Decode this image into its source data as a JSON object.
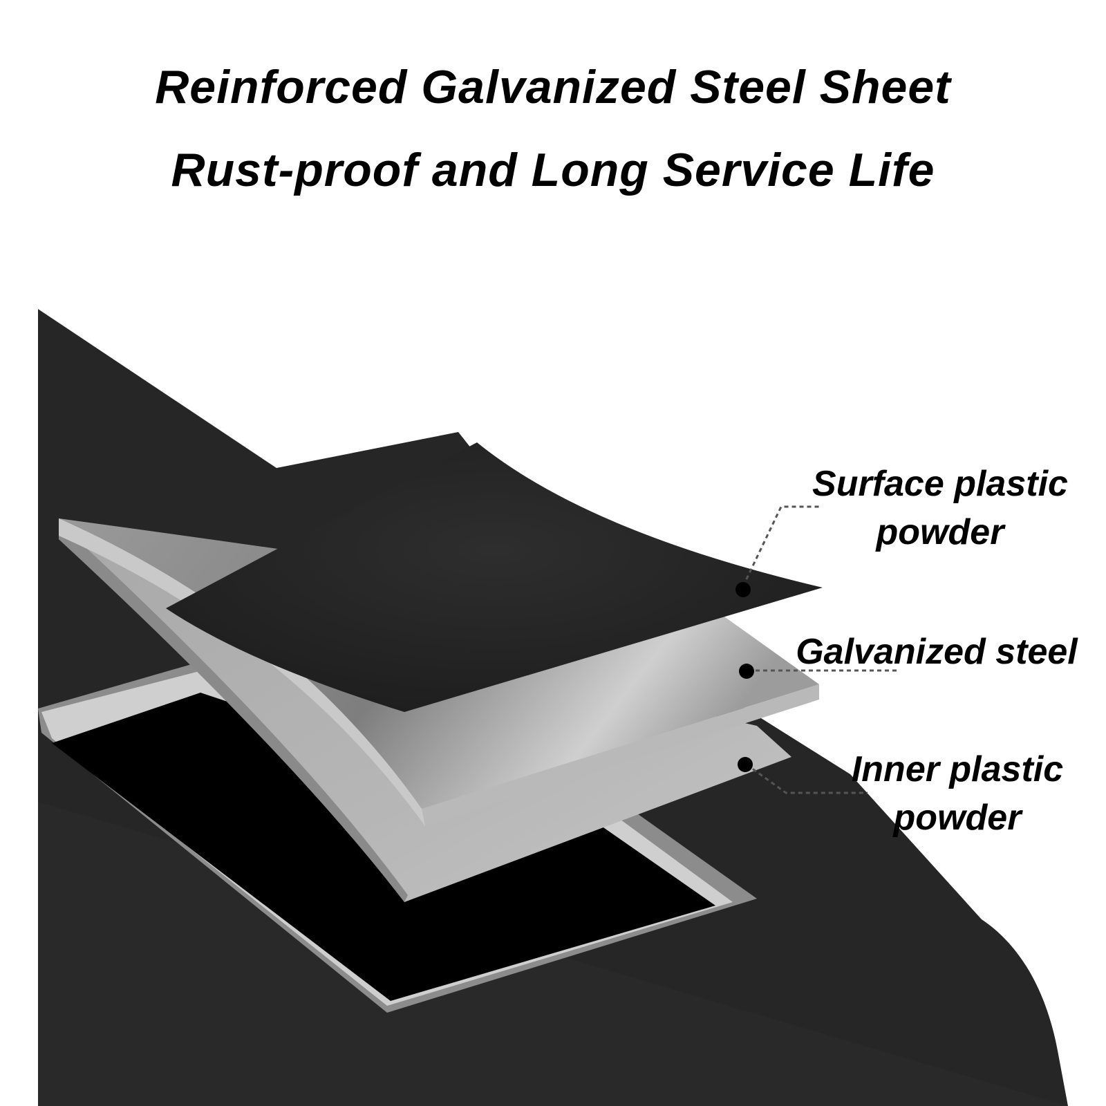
{
  "header": {
    "line1": "Reinforced Galvanized Steel Sheet",
    "line2": "Rust-proof and Long Service Life"
  },
  "layers": [
    {
      "id": "surface",
      "line1": "Surface plastic",
      "line2": "powder"
    },
    {
      "id": "galvanized",
      "line1": "Galvanized steel",
      "line2": ""
    },
    {
      "id": "inner",
      "line1": "Inner plastic",
      "line2": "powder"
    }
  ],
  "colors": {
    "background": "#ffffff",
    "text": "#000000",
    "cabinet_body": "#262626",
    "cabinet_opening": "#000000",
    "steel_light": "#d6d6d6",
    "steel_mid": "#a8a8a8",
    "steel_dark": "#7a7a7a",
    "surface_layer": "#232323",
    "marker": "#000000",
    "leader_line": "#555555"
  },
  "icons": {
    "layer_marker": "filled-circle",
    "leader": "dashed-line"
  }
}
